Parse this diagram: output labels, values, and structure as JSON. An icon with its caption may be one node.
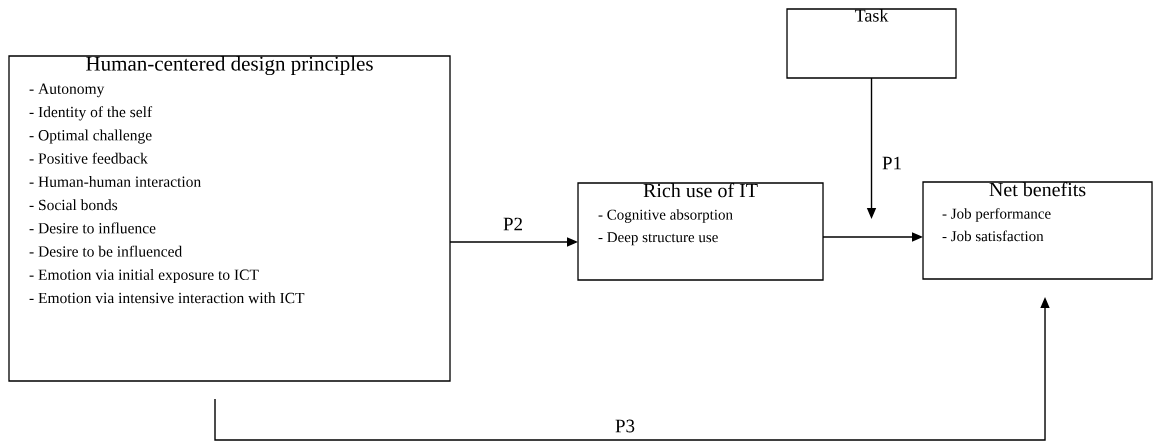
{
  "diagram": {
    "nodes": [
      {
        "text": [
          "Human-centered design principles",
          "- Autonomy",
          "- Identity of the self",
          "- Optimal challenge",
          "- Positive feedback",
          "- Human-human interaction",
          "- Social bonds",
          "- Desire to influence",
          "- Desire to be influenced",
          "- Emotion via initial exposure to ICT",
          "- Emotion via intensive interaction with ICT"
        ]
      },
      {
        "text": [
          "Task"
        ]
      },
      {
        "text": [
          "Rich use of IT",
          "- Cognitive absorption",
          "- Deep structure use"
        ]
      },
      {
        "text": [
          "Net benefits",
          "- Job performance",
          "- Job satisfaction"
        ]
      }
    ],
    "edges": [
      {
        "from": 0,
        "to": 2,
        "arrow": "to",
        "label": "P2"
      },
      {
        "from": 2,
        "to": 3,
        "arrow": "to"
      },
      {
        "from": 1,
        "to": null,
        "arrow": "to",
        "label": "P1"
      },
      {
        "from": 0,
        "to": 3,
        "arrow": "to",
        "label": "P3"
      }
    ]
  }
}
